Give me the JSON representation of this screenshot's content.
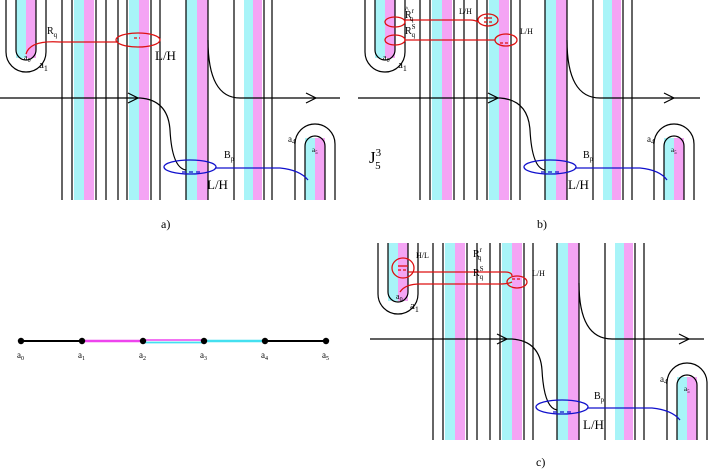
{
  "colors": {
    "stroke": "#000000",
    "red": "#dd1111",
    "blue": "#1111cc",
    "cyan": "#a8f4f8",
    "pink": "#f4a4f4",
    "magenta_seg": "#ee44ee",
    "cyan_seg": "#44e0f0"
  },
  "panel_a": {
    "caption": "a)",
    "ends": {
      "top_left": "a",
      "top_left_sub": "0",
      "bottom_right": "a",
      "bottom_right_sub": "5"
    },
    "points": {
      "a1": "a",
      "a1_sub": "1",
      "a4": "a",
      "a4_sub": "4"
    },
    "clasp_top": {
      "letter": "R",
      "sub": "q",
      "lh": "L/H"
    },
    "clasp_bottom": {
      "letter": "B",
      "sub": "p",
      "lh": "L/H"
    }
  },
  "panel_b": {
    "caption": "b)",
    "side_label": "J",
    "side_sup": "3",
    "side_sub": "5",
    "points": {
      "a0": "a",
      "a0_sub": "0",
      "a1": "a",
      "a1_sub": "1",
      "a4": "a",
      "a4_sub": "4",
      "a5": "a",
      "a5_sub": "5"
    },
    "clasp_1": {
      "hat": "^",
      "letter": "R",
      "sup": "r",
      "sub": "q",
      "lh": "L/H"
    },
    "clasp_2": {
      "letter": "R",
      "sup": "S",
      "sub": "q",
      "lh": "L/H"
    },
    "clasp_bottom": {
      "letter": "B",
      "sub": "p",
      "lh": "L/H"
    }
  },
  "panel_c": {
    "caption": "c)",
    "points": {
      "a0": "a",
      "a0_sub": "0",
      "a1": "a",
      "a1_sub": "1",
      "a4": "a",
      "a4_sub": "4",
      "a5": "a",
      "a5_sub": "5"
    },
    "clasp_hl": "H/L",
    "clasp_1": {
      "letter": "R",
      "sup": "r",
      "sub": "q"
    },
    "clasp_2": {
      "letter": "R",
      "sup": "S",
      "sub": "q",
      "lh": "L/H"
    },
    "clasp_bottom": {
      "letter": "B",
      "sub": "p",
      "lh": "L/H"
    }
  },
  "number_line": {
    "labels": [
      {
        "t": "a",
        "s": "0"
      },
      {
        "t": "a",
        "s": "1"
      },
      {
        "t": "a",
        "s": "2"
      },
      {
        "t": "a",
        "s": "3"
      },
      {
        "t": "a",
        "s": "4"
      },
      {
        "t": "a",
        "s": "5"
      }
    ]
  }
}
